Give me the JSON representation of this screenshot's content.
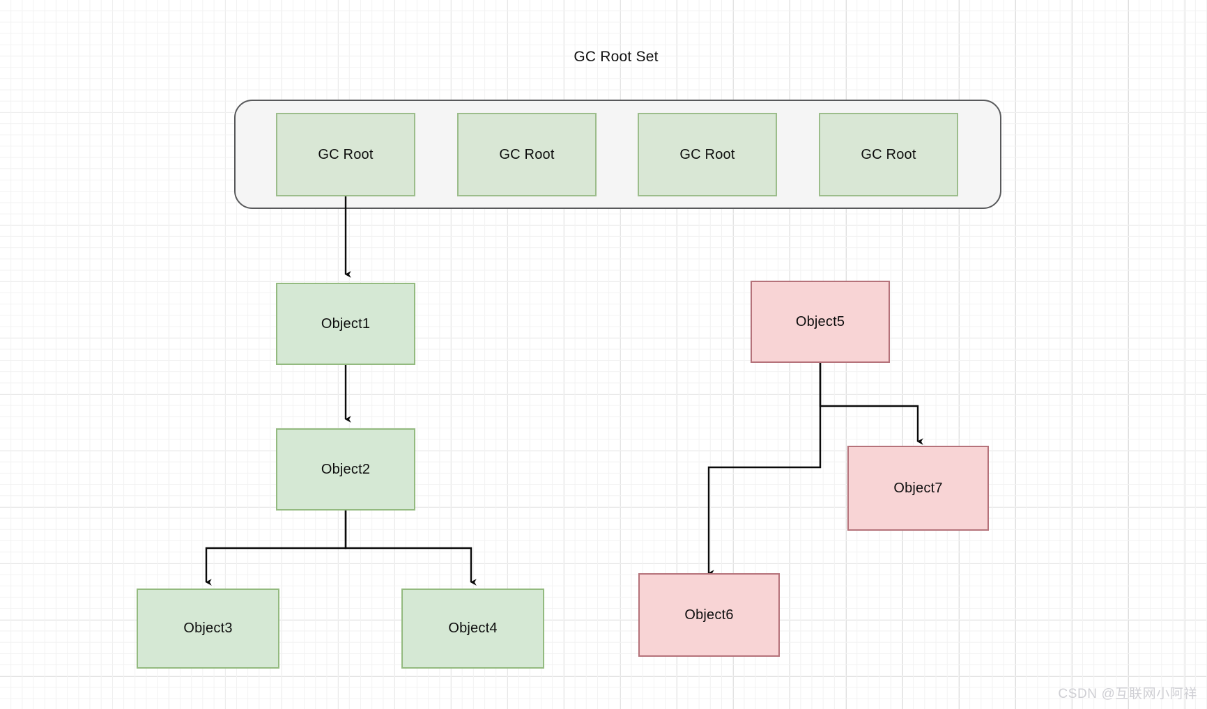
{
  "diagram": {
    "title": "GC Root Set",
    "watermark": "CSDN @互联网小阿祥",
    "colors": {
      "reachable_fill": "#d5e8d4",
      "reachable_border": "#93ba7f",
      "garbage_fill": "#f8d4d5",
      "garbage_border": "#b5727a",
      "container_fill": "#f5f5f5",
      "container_border": "#58595b",
      "edge": "#0a0a0a",
      "grid_minor": "#f2f2f2",
      "grid_major": "#dedede",
      "watermark": "#cfcfd4"
    },
    "root_set": {
      "label": "GC Root Set",
      "roots": [
        {
          "label": "GC Root"
        },
        {
          "label": "GC Root"
        },
        {
          "label": "GC Root"
        },
        {
          "label": "GC Root"
        }
      ]
    },
    "nodes": [
      {
        "id": "object1",
        "label": "Object1",
        "state": "reachable"
      },
      {
        "id": "object2",
        "label": "Object2",
        "state": "reachable"
      },
      {
        "id": "object3",
        "label": "Object3",
        "state": "reachable"
      },
      {
        "id": "object4",
        "label": "Object4",
        "state": "reachable"
      },
      {
        "id": "object5",
        "label": "Object5",
        "state": "garbage"
      },
      {
        "id": "object6",
        "label": "Object6",
        "state": "garbage"
      },
      {
        "id": "object7",
        "label": "Object7",
        "state": "garbage"
      }
    ],
    "edges": [
      {
        "from": "gc-root-1",
        "to": "object1"
      },
      {
        "from": "object1",
        "to": "object2"
      },
      {
        "from": "object2",
        "to": "object3"
      },
      {
        "from": "object2",
        "to": "object4"
      },
      {
        "from": "object5",
        "to": "object6"
      },
      {
        "from": "object5",
        "to": "object7"
      }
    ]
  }
}
